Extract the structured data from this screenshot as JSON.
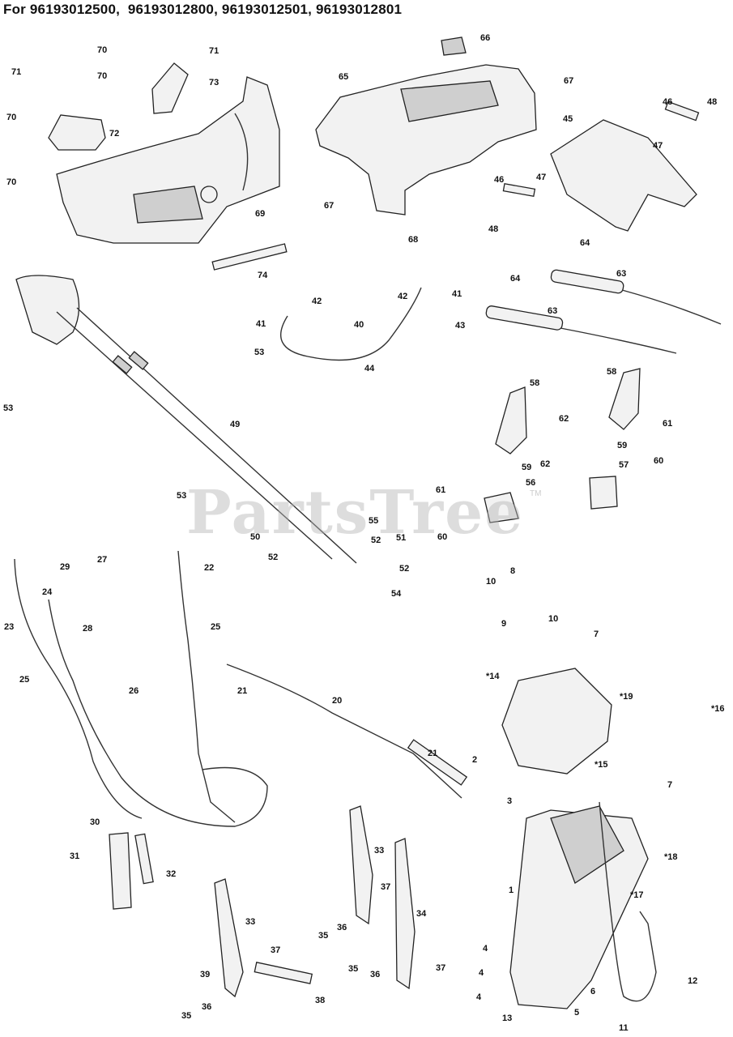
{
  "header": {
    "title": "For 96193012500,  96193012800, 96193012501, 96193012801"
  },
  "watermark": {
    "text": "PartsTree",
    "tm": "TM"
  },
  "parts": [
    {
      "id": "p70a",
      "label": "70"
    },
    {
      "id": "p71a",
      "label": "71"
    },
    {
      "id": "p70b",
      "label": "70"
    },
    {
      "id": "p71b",
      "label": "71"
    },
    {
      "id": "p73",
      "label": "73"
    },
    {
      "id": "p70c",
      "label": "70"
    },
    {
      "id": "p72",
      "label": "72"
    },
    {
      "id": "p70d",
      "label": "70"
    },
    {
      "id": "p69",
      "label": "69"
    },
    {
      "id": "p66",
      "label": "66"
    },
    {
      "id": "p65",
      "label": "65"
    },
    {
      "id": "p67a",
      "label": "67"
    },
    {
      "id": "p46a",
      "label": "46"
    },
    {
      "id": "p48a",
      "label": "48"
    },
    {
      "id": "p45",
      "label": "45"
    },
    {
      "id": "p47a",
      "label": "47"
    },
    {
      "id": "p67b",
      "label": "67"
    },
    {
      "id": "p68",
      "label": "68"
    },
    {
      "id": "p46b",
      "label": "46"
    },
    {
      "id": "p47b",
      "label": "47"
    },
    {
      "id": "p48b",
      "label": "48"
    },
    {
      "id": "p64a",
      "label": "64"
    },
    {
      "id": "p74",
      "label": "74"
    },
    {
      "id": "p63a",
      "label": "63"
    },
    {
      "id": "p64b",
      "label": "64"
    },
    {
      "id": "p42a",
      "label": "42"
    },
    {
      "id": "p42b",
      "label": "42"
    },
    {
      "id": "p41a",
      "label": "41"
    },
    {
      "id": "p41b",
      "label": "41"
    },
    {
      "id": "p40",
      "label": "40"
    },
    {
      "id": "p43",
      "label": "43"
    },
    {
      "id": "p63b",
      "label": "63"
    },
    {
      "id": "p53a",
      "label": "53"
    },
    {
      "id": "p44",
      "label": "44"
    },
    {
      "id": "p53b",
      "label": "53"
    },
    {
      "id": "p49",
      "label": "49"
    },
    {
      "id": "p58a",
      "label": "58"
    },
    {
      "id": "p58b",
      "label": "58"
    },
    {
      "id": "p62a",
      "label": "62"
    },
    {
      "id": "p61a",
      "label": "61"
    },
    {
      "id": "p59a",
      "label": "59"
    },
    {
      "id": "p62b",
      "label": "62"
    },
    {
      "id": "p61b",
      "label": "61"
    },
    {
      "id": "p59b",
      "label": "59"
    },
    {
      "id": "p57",
      "label": "57"
    },
    {
      "id": "p60a",
      "label": "60"
    },
    {
      "id": "p56",
      "label": "56"
    },
    {
      "id": "p53c",
      "label": "53"
    },
    {
      "id": "p60b",
      "label": "60"
    },
    {
      "id": "p55",
      "label": "55"
    },
    {
      "id": "p50",
      "label": "50"
    },
    {
      "id": "p52a",
      "label": "52"
    },
    {
      "id": "p51",
      "label": "51"
    },
    {
      "id": "p52b",
      "label": "52"
    },
    {
      "id": "p52c",
      "label": "52"
    },
    {
      "id": "p54",
      "label": "54"
    },
    {
      "id": "p22",
      "label": "22"
    },
    {
      "id": "p29",
      "label": "29"
    },
    {
      "id": "p27",
      "label": "27"
    },
    {
      "id": "p24",
      "label": "24"
    },
    {
      "id": "p23",
      "label": "23"
    },
    {
      "id": "p28",
      "label": "28"
    },
    {
      "id": "p25a",
      "label": "25"
    },
    {
      "id": "p8",
      "label": "8"
    },
    {
      "id": "p10a",
      "label": "10"
    },
    {
      "id": "p9",
      "label": "9"
    },
    {
      "id": "p10b",
      "label": "10"
    },
    {
      "id": "p7a",
      "label": "7"
    },
    {
      "id": "p26",
      "label": "26"
    },
    {
      "id": "p25b",
      "label": "25"
    },
    {
      "id": "p14",
      "label": "*14"
    },
    {
      "id": "p21a",
      "label": "21"
    },
    {
      "id": "p20",
      "label": "20"
    },
    {
      "id": "p19",
      "label": "*19"
    },
    {
      "id": "p16",
      "label": "*16"
    },
    {
      "id": "p21b",
      "label": "21"
    },
    {
      "id": "p2",
      "label": "2"
    },
    {
      "id": "p15",
      "label": "*15"
    },
    {
      "id": "p7b",
      "label": "7"
    },
    {
      "id": "p3",
      "label": "3"
    },
    {
      "id": "p30",
      "label": "30"
    },
    {
      "id": "p18",
      "label": "*18"
    },
    {
      "id": "p33a",
      "label": "33"
    },
    {
      "id": "p31",
      "label": "31"
    },
    {
      "id": "p32",
      "label": "32"
    },
    {
      "id": "p37a",
      "label": "37"
    },
    {
      "id": "p1",
      "label": "1"
    },
    {
      "id": "p17",
      "label": "*17"
    },
    {
      "id": "p33b",
      "label": "33"
    },
    {
      "id": "p34",
      "label": "34"
    },
    {
      "id": "p36a",
      "label": "36"
    },
    {
      "id": "p35a",
      "label": "35"
    },
    {
      "id": "p37b",
      "label": "37"
    },
    {
      "id": "p37c",
      "label": "37"
    },
    {
      "id": "p35b",
      "label": "35"
    },
    {
      "id": "p36b",
      "label": "36"
    },
    {
      "id": "p4a",
      "label": "4"
    },
    {
      "id": "p12",
      "label": "12"
    },
    {
      "id": "p39",
      "label": "39"
    },
    {
      "id": "p4b",
      "label": "4"
    },
    {
      "id": "p6",
      "label": "6"
    },
    {
      "id": "p38",
      "label": "38"
    },
    {
      "id": "p36c",
      "label": "36"
    },
    {
      "id": "p4c",
      "label": "4"
    },
    {
      "id": "p5",
      "label": "5"
    },
    {
      "id": "p35c",
      "label": "35"
    },
    {
      "id": "p13",
      "label": "13"
    },
    {
      "id": "p11",
      "label": "11"
    }
  ]
}
